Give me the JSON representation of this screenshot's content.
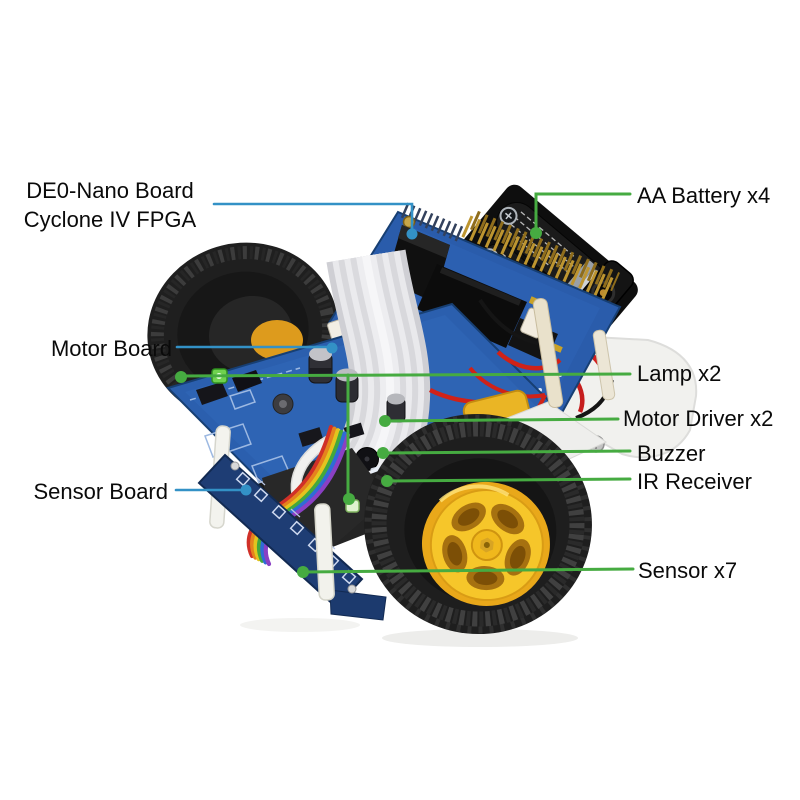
{
  "figure": {
    "subject": "DE0-Nano FPGA robot car kit, annotated product photo"
  },
  "colors": {
    "callout_blue": "#3391c6",
    "callout_green": "#46ab41",
    "text": "#0a0a0a",
    "pcb_blue": "#2b5fae",
    "sensor_navy": "#1e3d74",
    "hub_yellow": "#f6c62a"
  },
  "callouts": {
    "de0_nano": {
      "line1": "DE0-Nano Board",
      "line2": "Cyclone IV FPGA"
    },
    "motor_board": {
      "label": "Motor Board"
    },
    "sensor_board": {
      "label": "Sensor Board"
    },
    "aa_battery": {
      "label": "AA Battery x4"
    },
    "lamp": {
      "label": "Lamp x2"
    },
    "motor_driver": {
      "label": "Motor Driver x2"
    },
    "buzzer": {
      "label": "Buzzer"
    },
    "ir_receiver": {
      "label": "IR Receiver"
    },
    "sensor_x7": {
      "label": "Sensor x7"
    }
  }
}
